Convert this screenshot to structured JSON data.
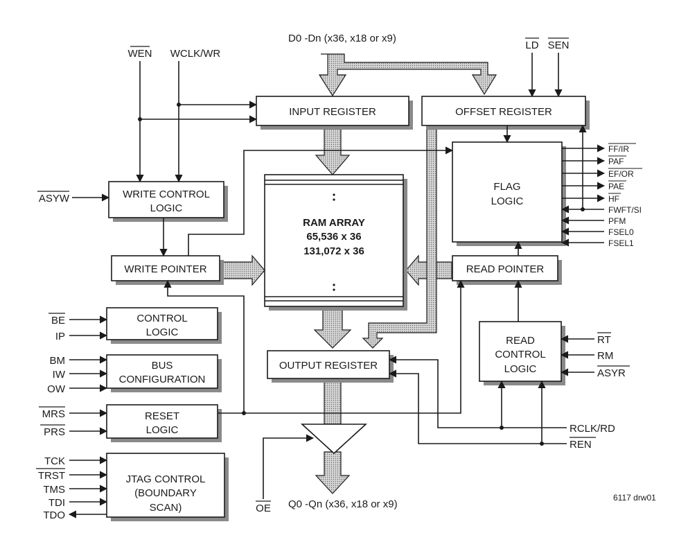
{
  "diagram": {
    "data_bus_in": "D0 -Dn  (x36, x18 or x9)",
    "data_bus_out": "Q0 -Qn  (x36, x18 or x9)",
    "drawing_id": "6117 drw01",
    "blocks": {
      "input_register": "INPUT REGISTER",
      "offset_register": "OFFSET REGISTER",
      "flag_logic": [
        "FLAG",
        "LOGIC"
      ],
      "write_control": [
        "WRITE CONTROL",
        "LOGIC"
      ],
      "write_pointer": "WRITE POINTER",
      "ram_array": [
        "RAM ARRAY",
        "65,536 x 36",
        "131,072 x 36"
      ],
      "read_pointer": "READ POINTER",
      "control_logic": [
        "CONTROL",
        "LOGIC"
      ],
      "bus_configuration": [
        "BUS",
        "CONFIGURATION"
      ],
      "output_register": "OUTPUT REGISTER",
      "read_control": [
        "READ",
        "CONTROL",
        "LOGIC"
      ],
      "reset_logic": [
        "RESET",
        "LOGIC"
      ],
      "jtag_control": [
        "JTAG CONTROL",
        "(BOUNDARY",
        "SCAN)"
      ]
    },
    "signals": {
      "wen": "WEN",
      "wclk": "WCLK/WR",
      "ld": "LD",
      "sen": "SEN",
      "asyw": "ASYW",
      "flag_outputs": [
        "FF/IR",
        "PAF",
        "EF/OR",
        "PAE",
        "HF"
      ],
      "flag_inputs": [
        "FWFT/SI",
        "PFM",
        "FSEL0",
        "FSEL1"
      ],
      "be": "BE",
      "ip": "IP",
      "bm": "BM",
      "iw": "IW",
      "ow": "OW",
      "rt": "RT",
      "rm": "RM",
      "asyr": "ASYR",
      "mrs": "MRS",
      "prs": "PRS",
      "rclk": "RCLK/RD",
      "ren": "REN",
      "tck": "TCK",
      "trst": "TRST",
      "tms": "TMS",
      "tdi": "TDI",
      "tdo": "TDO",
      "oe": "OE"
    }
  }
}
